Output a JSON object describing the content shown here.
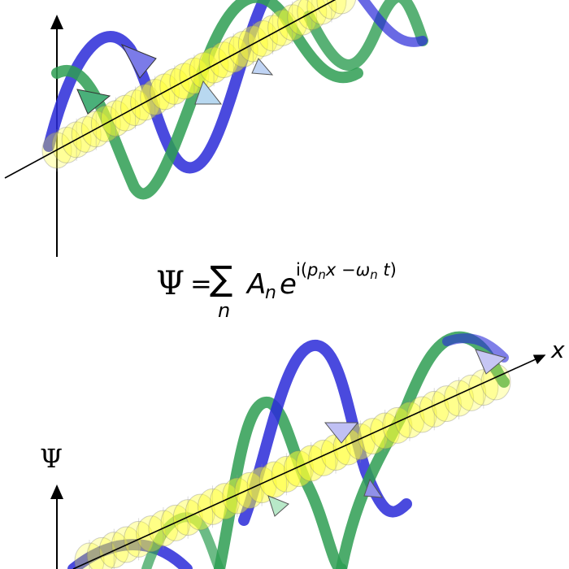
{
  "formula": {
    "psi": "Ψ",
    "equals": "=",
    "sum": "∑",
    "sum_index": "n",
    "amplitude": "A",
    "amplitude_index": "n",
    "base": "e",
    "exp_i": "i(",
    "exp_p": "p",
    "exp_p_index": "n",
    "exp_x": "x",
    "exp_minus": " −",
    "exp_omega": "ω",
    "exp_omega_index": "n",
    "exp_t": "t",
    "exp_close": ")"
  },
  "labels": {
    "vertical_axis": "Ψ",
    "horizontal_axis": "x"
  },
  "colors": {
    "helix_blue": "#2a2ad8",
    "helix_green": "#2e9e52",
    "tube_yellow": "#ffff33",
    "axis": "#000000"
  },
  "icons": {
    "arrowhead": "arrowhead-icon"
  }
}
